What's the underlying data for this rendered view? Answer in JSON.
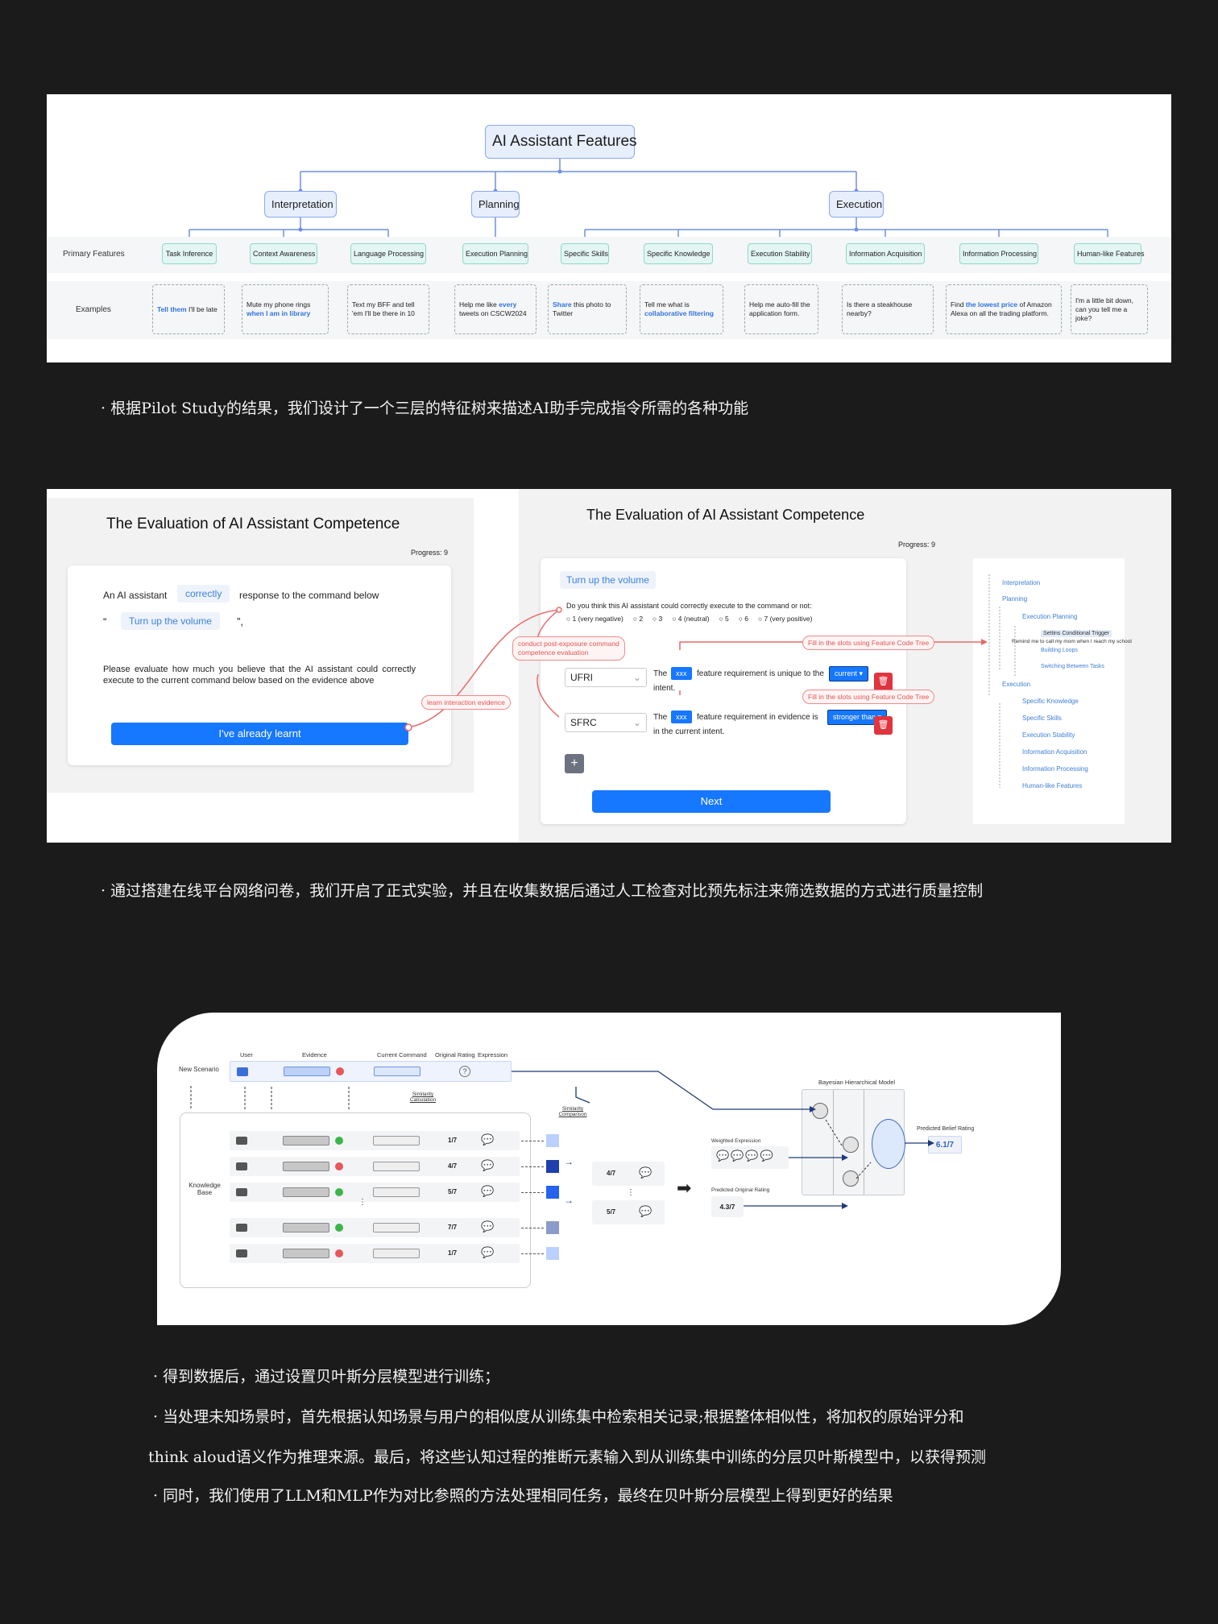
{
  "tree_figure": {
    "root": "AI Assistant Features",
    "secondary": [
      "Interpretation",
      "Planning",
      "Execution"
    ],
    "row_labels": {
      "primary": "Primary Features",
      "examples": "Examples"
    },
    "primary_features": [
      "Task Inference",
      "Context Awareness",
      "Language Processing",
      "Execution Planning",
      "Specific Skills",
      "Specific Knowledge",
      "Execution Stability",
      "Information Acquisition",
      "Information Processing",
      "Human-like Features"
    ],
    "examples": [
      {
        "pre": "",
        "hl": "Tell them",
        "post": " I'll be late"
      },
      {
        "pre": "Mute my phone rings ",
        "hl": "when I am in library",
        "post": ""
      },
      {
        "pre": "Text my BFF and tell 'em I'll be there in 10",
        "hl": "",
        "post": ""
      },
      {
        "pre": "Help me like ",
        "hl": "every",
        "post": " tweets on CSCW2024"
      },
      {
        "pre": "",
        "hl": "Share",
        "post": " this photo to Twitter"
      },
      {
        "pre": "Tell me what is ",
        "hl": "collaborative filtering",
        "post": ""
      },
      {
        "pre": "Help me auto-fill the application form.",
        "hl": "",
        "post": ""
      },
      {
        "pre": "Is there a steakhouse nearby?",
        "hl": "",
        "post": ""
      },
      {
        "pre": "Find ",
        "hl": "the lowest price",
        "post": " of Amazon Alexa on all the trading platform."
      },
      {
        "pre": "I'm a little bit down, can you tell me a joke?",
        "hl": "",
        "post": ""
      }
    ]
  },
  "caption1": "· 根据Pilot Study的结果，我们设计了一个三层的特征树来描述AI助手完成指令所需的各种功能",
  "survey": {
    "title": "The Evaluation of AI Assistant Competence",
    "progress": "Progress: 9",
    "left": {
      "line1_pre": "An AI assistant",
      "line1_tag": "correctly",
      "line1_post": "response to the command below",
      "quote_open": "“",
      "command": "Turn up the volume",
      "quote_close": "”,",
      "instruction": "Please evaluate how much you believe that the AI assistant could correctly execute to the current command below based on the evidence above",
      "button": "I've already learnt"
    },
    "right": {
      "command": "Turn up the volume",
      "question": "Do you think this AI assistant could correctly execute to the command or not:",
      "scale": [
        "1 (very negative)",
        "2",
        "3",
        "4 (neutral)",
        "5",
        "6",
        "7 (very positive)"
      ],
      "row1": {
        "select": "UFRI",
        "pre": "The",
        "slot": "xxx",
        "mid": "feature requirement is unique to the",
        "option": "current ▾",
        "post": "intent."
      },
      "row2": {
        "select": "SFRC",
        "pre": "The",
        "slot": "xxx",
        "mid": "feature requirement in evidence is",
        "option": "stronger than ▾",
        "post": "in the current intent."
      },
      "add": "+",
      "next": "Next"
    },
    "annotations": [
      "conduct post-exposure command competence evaluation",
      "learn interaction evidence",
      "Fill in the slots using Feature Code Tree",
      "Fill in the slots using Feature Code Tree"
    ],
    "code_tree": [
      "Interpretation",
      "Planning",
      "Execution Planning",
      "Settins Conditional Trigger",
      "Remind me to call my mom when I reach my school",
      "Building Loops",
      "Switching Between Tasks",
      "Execution",
      "Specific Knowledge",
      "Specific Skills",
      "Execution Stability",
      "Information Acquisition",
      "Information Processing",
      "Human-like Features"
    ]
  },
  "caption2": "· 通过搭建在线平台网络问卷，我们开启了正式实验，并且在收集数据后通过人工检查对比预先标注来筛选数据的方式进行质量控制",
  "model_figure": {
    "headers": [
      "User",
      "Evidence",
      "Current Command",
      "Original Rating",
      "Expression"
    ],
    "new_scenario": "New Scenario",
    "knowledge_base": "Knowledge Base",
    "similarity_calc": "Similarity Calculation",
    "similarity_comp": "Similarity Comparison",
    "kb_ratings": [
      "1/7",
      "4/7",
      "5/7",
      "7/7",
      "1/7"
    ],
    "kb_marks": [
      "ok",
      "x",
      "ok",
      "ok",
      "x"
    ],
    "sim_colors": [
      "#bcd0ff",
      "#1f3fae",
      "#2563ef",
      "#8a9cc9",
      "#bcd0ff"
    ],
    "selected_ratings": [
      "4/7",
      "5/7"
    ],
    "weighted_expression": "Weighted Expression",
    "predicted_original": "Predicted Original Rating",
    "predicted_original_value": "4.3/7",
    "bhm_title": "Bayesian Hierarchical Model",
    "predicted_belief": "Predicted Belief Rating",
    "predicted_belief_value": "6.1/7"
  },
  "caption3": "· 得到数据后，通过设置贝叶斯分层模型进行训练；",
  "caption4": "· 当处理未知场景时，首先根据认知场景与用户的相似度从训练集中检索相关记录;根据整体相似性，将加权的原始评分和",
  "caption5": "think aloud语义作为推理来源。最后，将这些认知过程的推断元素输入到从训练集中训练的分层贝叶斯模型中，以获得预测",
  "caption6": "· 同时，我们使用了LLM和MLP作为对比参照的方法处理相同任务，最终在贝叶斯分层模型上得到更好的结果",
  "colors": {
    "background": "#1b1b1b",
    "accent": "#1677ff",
    "annotation": "#e05555"
  }
}
